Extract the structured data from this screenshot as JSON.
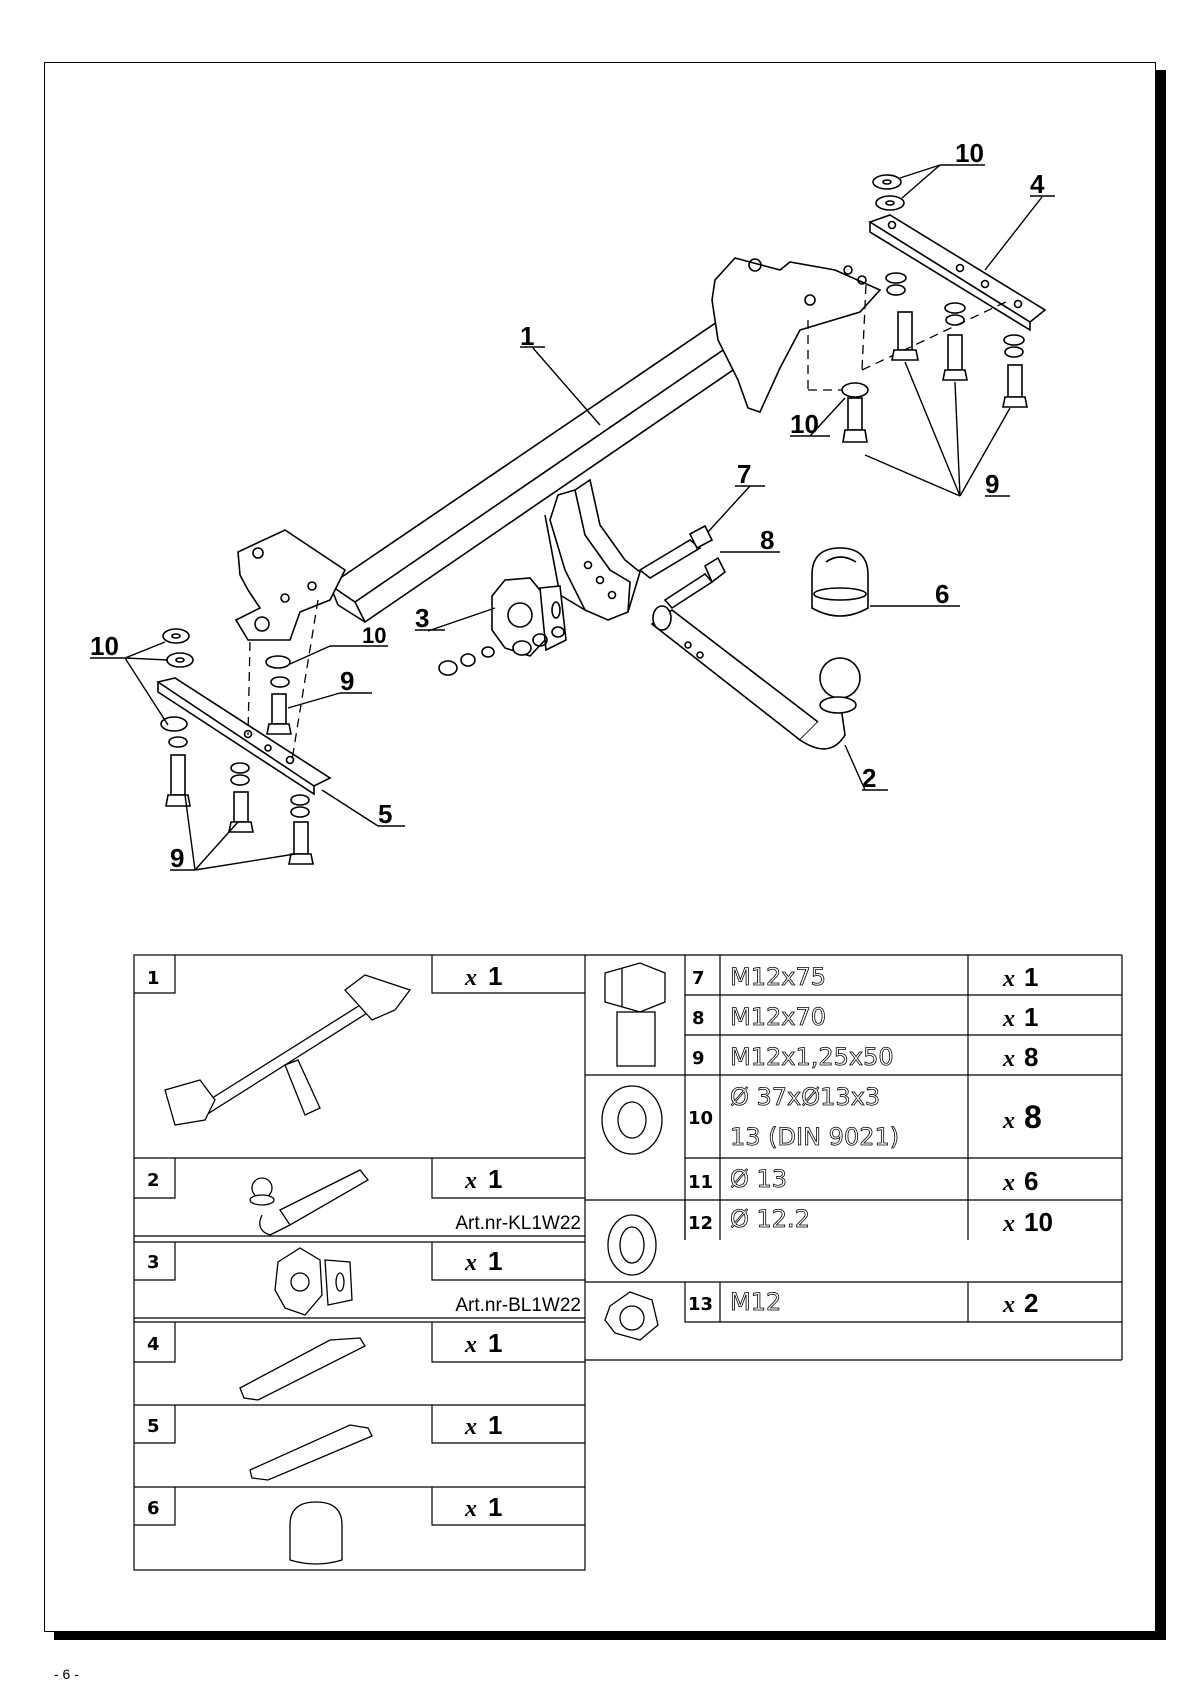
{
  "page_number": "- 6 -",
  "callouts": [
    "1",
    "2",
    "3",
    "4",
    "5",
    "6",
    "7",
    "8",
    "9",
    "10"
  ],
  "parts_left": [
    {
      "num": "1",
      "x": "x",
      "qty": "1",
      "art": ""
    },
    {
      "num": "2",
      "x": "x",
      "qty": "1",
      "art": "Art.nr-KL1W22"
    },
    {
      "num": "3",
      "x": "x",
      "qty": "1",
      "art": "Art.nr-BL1W22"
    },
    {
      "num": "4",
      "x": "x",
      "qty": "1",
      "art": ""
    },
    {
      "num": "5",
      "x": "x",
      "qty": "1",
      "art": ""
    },
    {
      "num": "6",
      "x": "x",
      "qty": "1",
      "art": ""
    }
  ],
  "parts_right": [
    {
      "num": "7",
      "spec": "M12x75",
      "spec2": "",
      "x": "x",
      "qty": "1"
    },
    {
      "num": "8",
      "spec": "M12x70",
      "spec2": "",
      "x": "x",
      "qty": "1"
    },
    {
      "num": "9",
      "spec": "M12x1,25x50",
      "spec2": "",
      "x": "x",
      "qty": "8"
    },
    {
      "num": "10",
      "spec": "Ø 37xØ13x3",
      "spec2": "13   (DIN 9021)",
      "x": "x",
      "qty": "8"
    },
    {
      "num": "11",
      "spec": "Ø 13",
      "spec2": "",
      "x": "x",
      "qty": "6"
    },
    {
      "num": "12",
      "spec": "Ø 12.2",
      "spec2": "",
      "x": "x",
      "qty": "10"
    },
    {
      "num": "13",
      "spec": "M12",
      "spec2": "",
      "x": "x",
      "qty": "2"
    }
  ]
}
